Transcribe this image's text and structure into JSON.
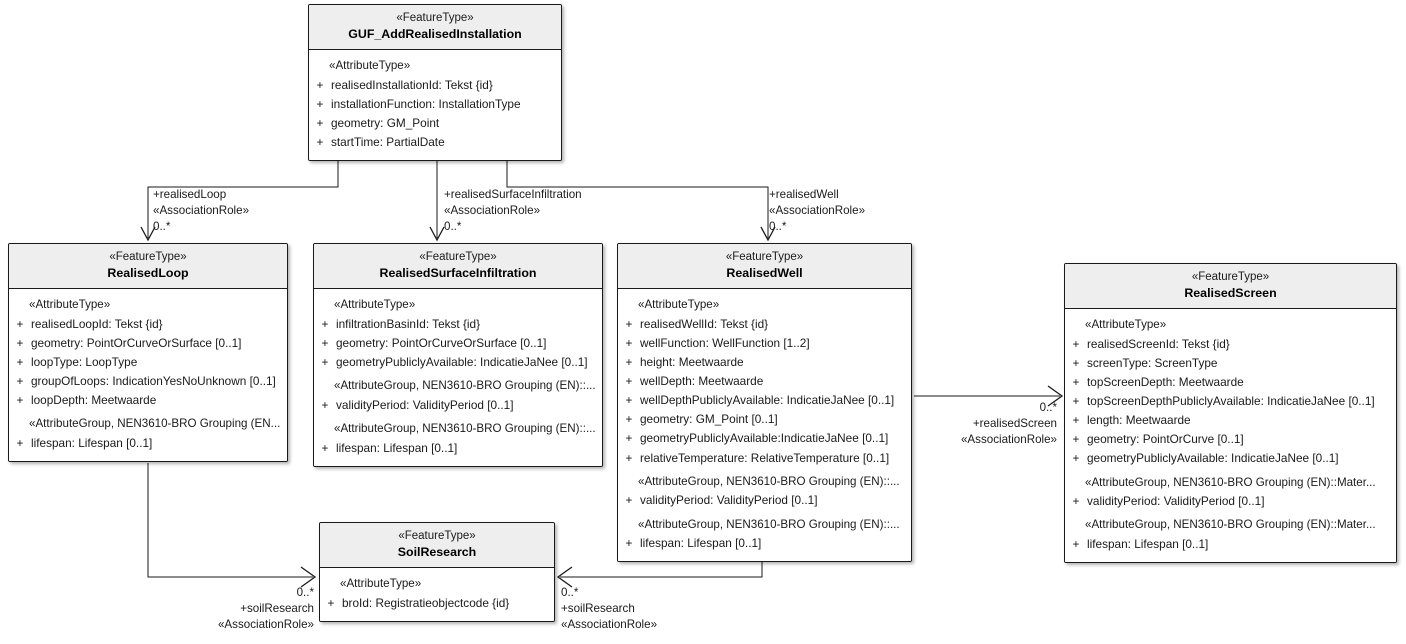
{
  "diagram": {
    "type": "uml-class-diagram",
    "title": "GUF_AddRealisedInstallation",
    "background": "#ffffff",
    "header_fill": "#eeeeee",
    "body_fill": "#ffffff",
    "line_color": "#1a1a1a"
  },
  "classes": {
    "guf": {
      "stereotype": "«FeatureType»",
      "name": "GUF_AddRealisedInstallation",
      "sections": [
        {
          "group": "«AttributeType»",
          "attributes": [
            {
              "vis": "+",
              "sig": "realisedInstallationId: Tekst {id}"
            },
            {
              "vis": "+",
              "sig": "installationFunction: InstallationType"
            },
            {
              "vis": "+",
              "sig": "geometry: GM_Point"
            },
            {
              "vis": "+",
              "sig": "startTime: PartialDate"
            }
          ]
        }
      ]
    },
    "realised_loop": {
      "stereotype": "«FeatureType»",
      "name": "RealisedLoop",
      "sections": [
        {
          "group": "«AttributeType»",
          "attributes": [
            {
              "vis": "+",
              "sig": "realisedLoopId: Tekst {id}"
            },
            {
              "vis": "+",
              "sig": "geometry: PointOrCurveOrSurface [0..1]"
            },
            {
              "vis": "+",
              "sig": "loopType: LoopType"
            },
            {
              "vis": "+",
              "sig": "groupOfLoops: IndicationYesNoUnknown [0..1]"
            },
            {
              "vis": "+",
              "sig": "loopDepth: Meetwaarde"
            }
          ]
        },
        {
          "group": "«AttributeGroup, NEN3610-BRO Grouping (EN...",
          "attributes": [
            {
              "vis": "+",
              "sig": "lifespan: Lifespan [0..1]"
            }
          ]
        }
      ]
    },
    "realised_surface_infiltration": {
      "stereotype": "«FeatureType»",
      "name": "RealisedSurfaceInfiltration",
      "sections": [
        {
          "group": "«AttributeType»",
          "attributes": [
            {
              "vis": "+",
              "sig": "infiltrationBasinId: Tekst {id}"
            },
            {
              "vis": "+",
              "sig": "geometry: PointOrCurveOrSurface [0..1]"
            },
            {
              "vis": "+",
              "sig": "geometryPubliclyAvailable: IndicatieJaNee [0..1]"
            }
          ]
        },
        {
          "group": "«AttributeGroup, NEN3610-BRO Grouping (EN)::...",
          "attributes": [
            {
              "vis": "+",
              "sig": "validityPeriod: ValidityPeriod [0..1]"
            }
          ]
        },
        {
          "group": "«AttributeGroup, NEN3610-BRO Grouping (EN)::...",
          "attributes": [
            {
              "vis": "+",
              "sig": "lifespan: Lifespan [0..1]"
            }
          ]
        }
      ]
    },
    "realised_well": {
      "stereotype": "«FeatureType»",
      "name": "RealisedWell",
      "sections": [
        {
          "group": "«AttributeType»",
          "attributes": [
            {
              "vis": "+",
              "sig": "realisedWellId: Tekst {id}"
            },
            {
              "vis": "+",
              "sig": "wellFunction: WellFunction [1..2]"
            },
            {
              "vis": "+",
              "sig": "height: Meetwaarde"
            },
            {
              "vis": "+",
              "sig": "wellDepth: Meetwaarde"
            },
            {
              "vis": "+",
              "sig": "wellDepthPubliclyAvailable: IndicatieJaNee [0..1]"
            },
            {
              "vis": "+",
              "sig": "geometry: GM_Point [0..1]"
            },
            {
              "vis": "+",
              "sig": "geometryPubliclyAvailable:IndicatieJaNee [0..1]"
            },
            {
              "vis": "+",
              "sig": "relativeTemperature: RelativeTemperature [0..1]"
            }
          ]
        },
        {
          "group": "«AttributeGroup, NEN3610-BRO Grouping (EN)::...",
          "attributes": [
            {
              "vis": "+",
              "sig": "validityPeriod: ValidityPeriod [0..1]"
            }
          ]
        },
        {
          "group": "«AttributeGroup, NEN3610-BRO Grouping (EN)::...",
          "attributes": [
            {
              "vis": "+",
              "sig": "lifespan: Lifespan [0..1]"
            }
          ]
        }
      ]
    },
    "realised_screen": {
      "stereotype": "«FeatureType»",
      "name": "RealisedScreen",
      "sections": [
        {
          "group": "«AttributeType»",
          "attributes": [
            {
              "vis": "+",
              "sig": "realisedScreenId: Tekst {id}"
            },
            {
              "vis": "+",
              "sig": "screenType: ScreenType"
            },
            {
              "vis": "+",
              "sig": "topScreenDepth: Meetwaarde"
            },
            {
              "vis": "+",
              "sig": "topScreenDepthPubliclyAvailable: IndicatieJaNee [0..1]"
            },
            {
              "vis": "+",
              "sig": "length: Meetwaarde"
            },
            {
              "vis": "+",
              "sig": "geometry: PointOrCurve [0..1]"
            },
            {
              "vis": "+",
              "sig": "geometryPubliclyAvailable: IndicatieJaNee [0..1]"
            }
          ]
        },
        {
          "group": "«AttributeGroup, NEN3610-BRO Grouping (EN)::Mater...",
          "attributes": [
            {
              "vis": "+",
              "sig": "validityPeriod: ValidityPeriod [0..1]"
            }
          ]
        },
        {
          "group": "«AttributeGroup, NEN3610-BRO Grouping (EN)::Mater...",
          "attributes": [
            {
              "vis": "+",
              "sig": "lifespan: Lifespan [0..1]"
            }
          ]
        }
      ]
    },
    "soil_research": {
      "stereotype": "«FeatureType»",
      "name": "SoilResearch",
      "sections": [
        {
          "group": "«AttributeType»",
          "attributes": [
            {
              "vis": "+",
              "sig": "broId: Registratieobjectcode {id}"
            }
          ]
        }
      ]
    }
  },
  "associations": {
    "realised_loop": {
      "role": "+realisedLoop",
      "stereotype": "«AssociationRole»",
      "multiplicity": "0..*"
    },
    "realised_surface_infiltration": {
      "role": "+realisedSurfaceInfiltration",
      "stereotype": "«AssociationRole»",
      "multiplicity": "0..*"
    },
    "realised_well": {
      "role": "+realisedWell",
      "stereotype": "«AssociationRole»",
      "multiplicity": "0..*"
    },
    "realised_screen": {
      "role": "+realisedScreen",
      "stereotype": "«AssociationRole»",
      "multiplicity": "0..*"
    },
    "soil_research_from_loop": {
      "role": "+soilResearch",
      "stereotype": "«AssociationRole»",
      "multiplicity": "0..*"
    },
    "soil_research_from_well": {
      "role": "+soilResearch",
      "stereotype": "«AssociationRole»",
      "multiplicity": "0..*"
    }
  }
}
